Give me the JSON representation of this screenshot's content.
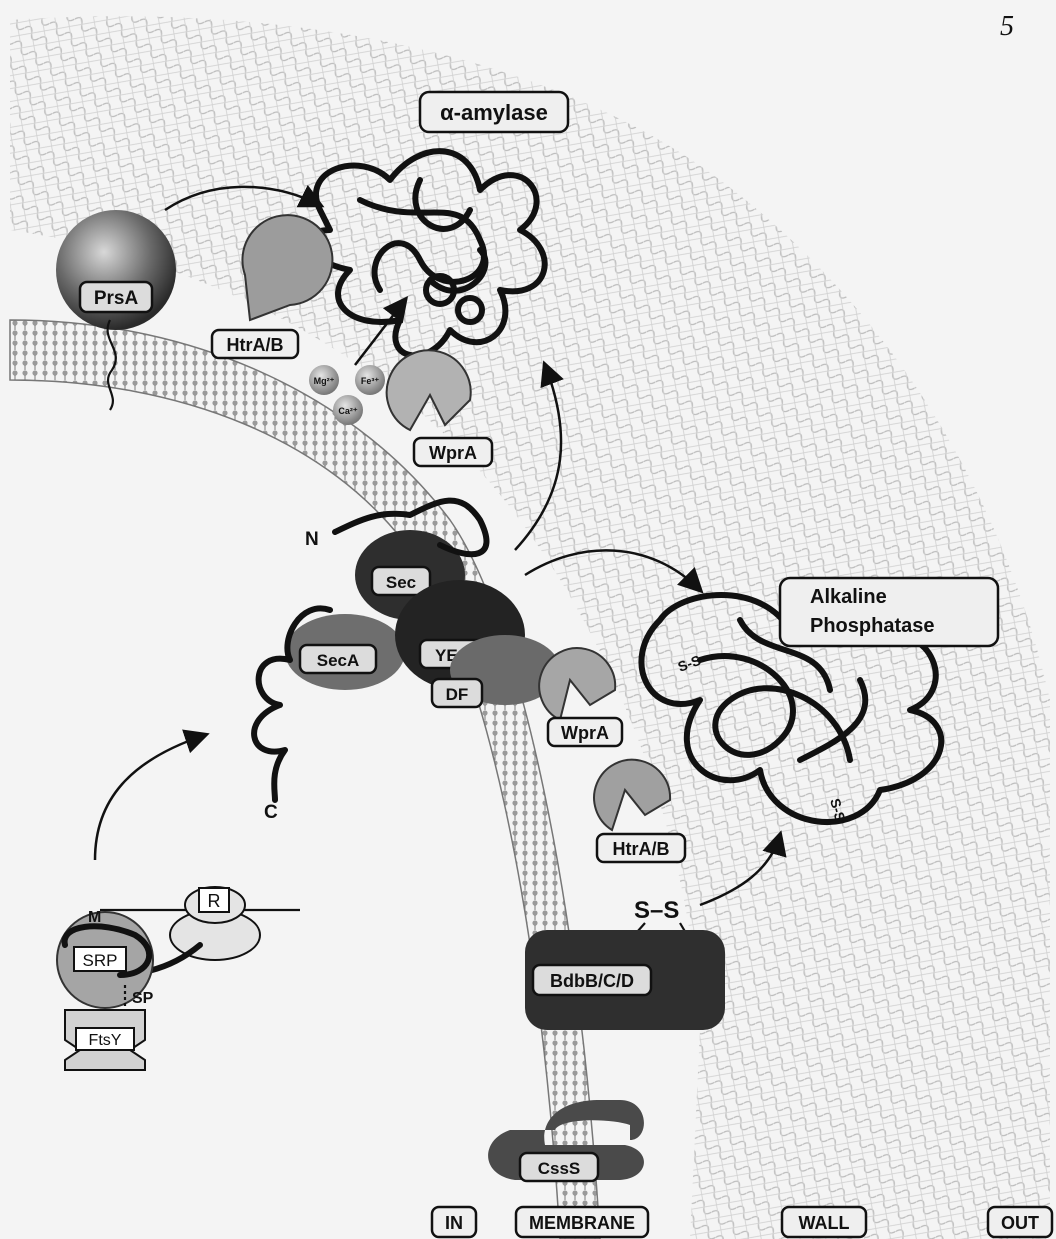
{
  "labels": {
    "alpha_amylase": "α-amylase",
    "prsa": "PrsA",
    "htrab_top": "HtrA/B",
    "mg": "Mg²⁺",
    "fe": "Fe³⁺",
    "ca": "Ca²⁺",
    "wpra_top": "WprA",
    "n_term": "N",
    "c_term": "C",
    "sec": "Sec",
    "seca": "SecA",
    "yeg": "YEG",
    "df": "DF",
    "alkaline_line1": "Alkaline",
    "alkaline_line2": "Phosphatase",
    "wpra_mid": "WprA",
    "htrab_bottom": "HtrA/B",
    "ss_1": "S-S",
    "ss_2": "S-S",
    "ss_3": "S–S",
    "r": "R",
    "m": "M",
    "srp": "SRP",
    "sp": "SP",
    "ftsy": "FtsY",
    "bdbbcd": "BdbB/C/D",
    "csss": "CssS",
    "top_right_mark": "5"
  },
  "regions": {
    "in": "IN",
    "membrane": "MEMBRANE",
    "wall": "WALL",
    "out": "OUT"
  },
  "colors": {
    "membrane_fill": "#c9c9c9",
    "protein_dark": "#3a3a3a",
    "protein_mid": "#8a8a8a",
    "protein_light": "#bdbdbd",
    "wall_mesh": "#bcbcbc"
  }
}
